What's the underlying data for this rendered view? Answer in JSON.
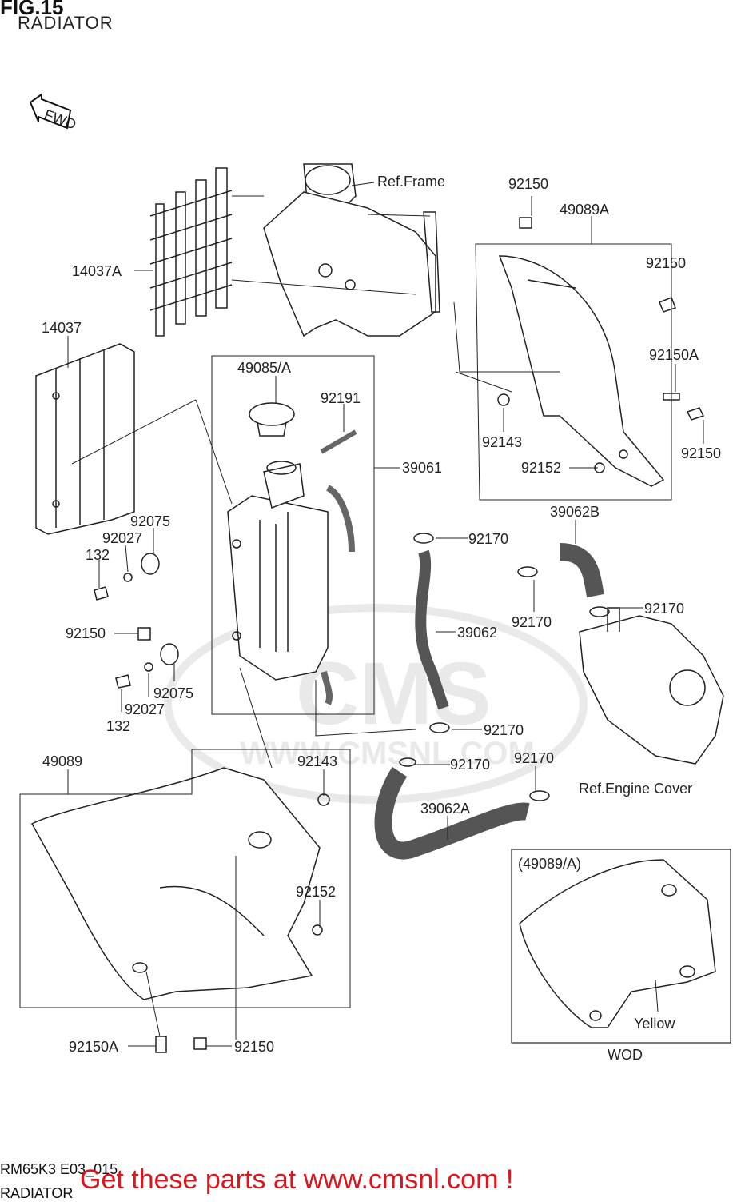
{
  "header": {
    "fig": "FIG.15",
    "subtitle": "RADIATOR"
  },
  "arrow": {
    "label": "FWD"
  },
  "watermark": {
    "logo": "CMS",
    "url": "WWW.CMSNL.COM"
  },
  "parts": {
    "ref_frame": "Ref.Frame",
    "p92150_top": "92150",
    "p49089A": "49089A",
    "p14037A": "14037A",
    "p92150_r1": "92150",
    "p14037": "14037",
    "p49085": "49085/A",
    "p92150A_r": "92150A",
    "p92191": "92191",
    "p92143_r": "92143",
    "p92150_r2": "92150",
    "p39061": "39061",
    "p92152_r": "92152",
    "p39062B": "39062B",
    "p92075_a": "92075",
    "p92027_a": "92027",
    "p92170_a": "92170",
    "p132_a": "132",
    "p92170_b": "92170",
    "p92170_c": "92170",
    "p92150_l": "92150",
    "p39062": "39062",
    "p92075_b": "92075",
    "p92027_b": "92027",
    "p132_b": "132",
    "p92170_d": "92170",
    "p49089": "49089",
    "p92143_l": "92143",
    "p92170_e": "92170",
    "p92170_f": "92170",
    "ref_engine": "Ref.Engine Cover",
    "p39062A": "39062A",
    "p49089_inset": "(49089/A)",
    "p92152_l": "92152",
    "yellow": "Yellow",
    "wod": "WOD",
    "p92150A_b": "92150A",
    "p92150_b": "92150"
  },
  "footer": {
    "code": "RM65K3 E03_015",
    "subtitle": "RADIATOR",
    "promo": "Get these parts at www.cmsnl.com !"
  }
}
